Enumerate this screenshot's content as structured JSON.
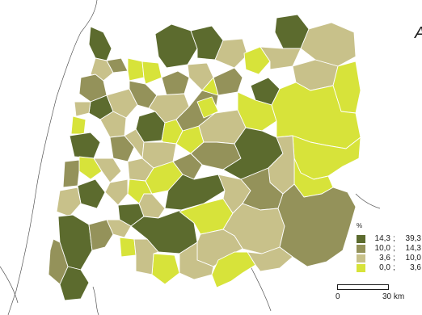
{
  "colors": {
    "c1": "#5c6b2e",
    "c2": "#94925a",
    "c3": "#c8c18a",
    "c4": "#d7e33a"
  },
  "legend": {
    "unit": "%",
    "classes": [
      {
        "color_key": "c1",
        "low": "14,3",
        "high": "39,3"
      },
      {
        "color_key": "c2",
        "low": "10,0",
        "high": "14,3"
      },
      {
        "color_key": "c3",
        "low": "3,6",
        "high": "10,0"
      },
      {
        "color_key": "c4",
        "low": "0,0",
        "high": "3,6"
      }
    ],
    "separator": ";"
  },
  "scale_bar": {
    "start_label": "0",
    "end_label": "30 km"
  },
  "cut_text": "A"
}
